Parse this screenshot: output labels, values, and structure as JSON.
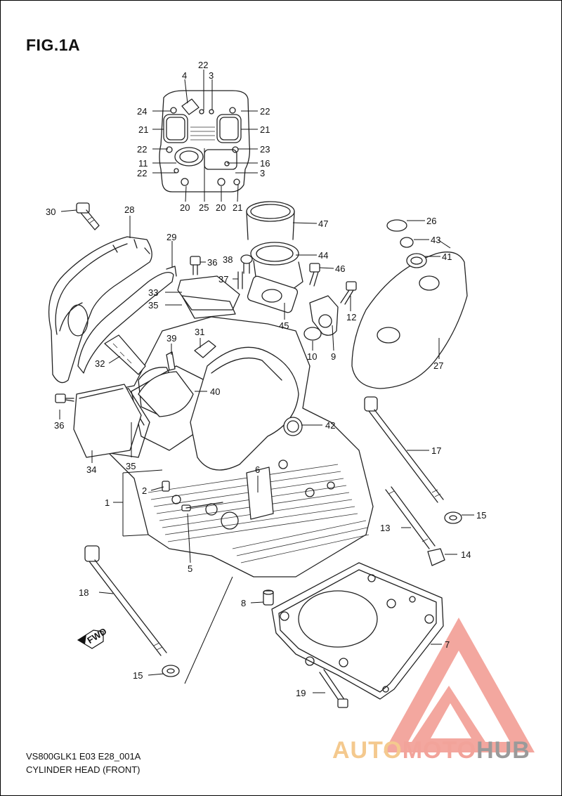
{
  "figure": {
    "title": "FIG.1A"
  },
  "footer": {
    "model_code": "VS800GLK1 E03 E28_001A",
    "caption": "CYLINDER HEAD (FRONT)"
  },
  "watermark": {
    "part1": "AUTO",
    "part2": "MOTO",
    "part3": "HUB",
    "colors": {
      "auto": "#f4c98e",
      "moto": "#f2a39a",
      "hub": "#9a9a9a",
      "logo": "#f08a80"
    }
  },
  "fwd_arrow_label": "FWD",
  "callouts": {
    "c1": "1",
    "c2": "2",
    "c3a": "3",
    "c3b": "3",
    "c4": "4",
    "c5": "5",
    "c6": "6",
    "c7": "7",
    "c8": "8",
    "c9": "9",
    "c10": "10",
    "c11": "11",
    "c12": "12",
    "c13": "13",
    "c14": "14",
    "c15a": "15",
    "c15b": "15",
    "c16": "16",
    "c17": "17",
    "c18": "18",
    "c19": "19",
    "c20a": "20",
    "c20b": "20",
    "c21a": "21",
    "c21b": "21",
    "c21c": "21",
    "c22a": "22",
    "c22b": "22",
    "c22c": "22",
    "c22d": "22",
    "c23": "23",
    "c24": "24",
    "c25": "25",
    "c26": "26",
    "c27": "27",
    "c28": "28",
    "c29": "29",
    "c30": "30",
    "c31": "31",
    "c32": "32",
    "c33": "33",
    "c34": "34",
    "c35a": "35",
    "c35b": "35",
    "c36a": "36",
    "c36b": "36",
    "c37": "37",
    "c38": "38",
    "c39": "39",
    "c40": "40",
    "c41": "41",
    "c42": "42",
    "c43": "43",
    "c44": "44",
    "c45": "45",
    "c46": "46",
    "c47": "47"
  }
}
